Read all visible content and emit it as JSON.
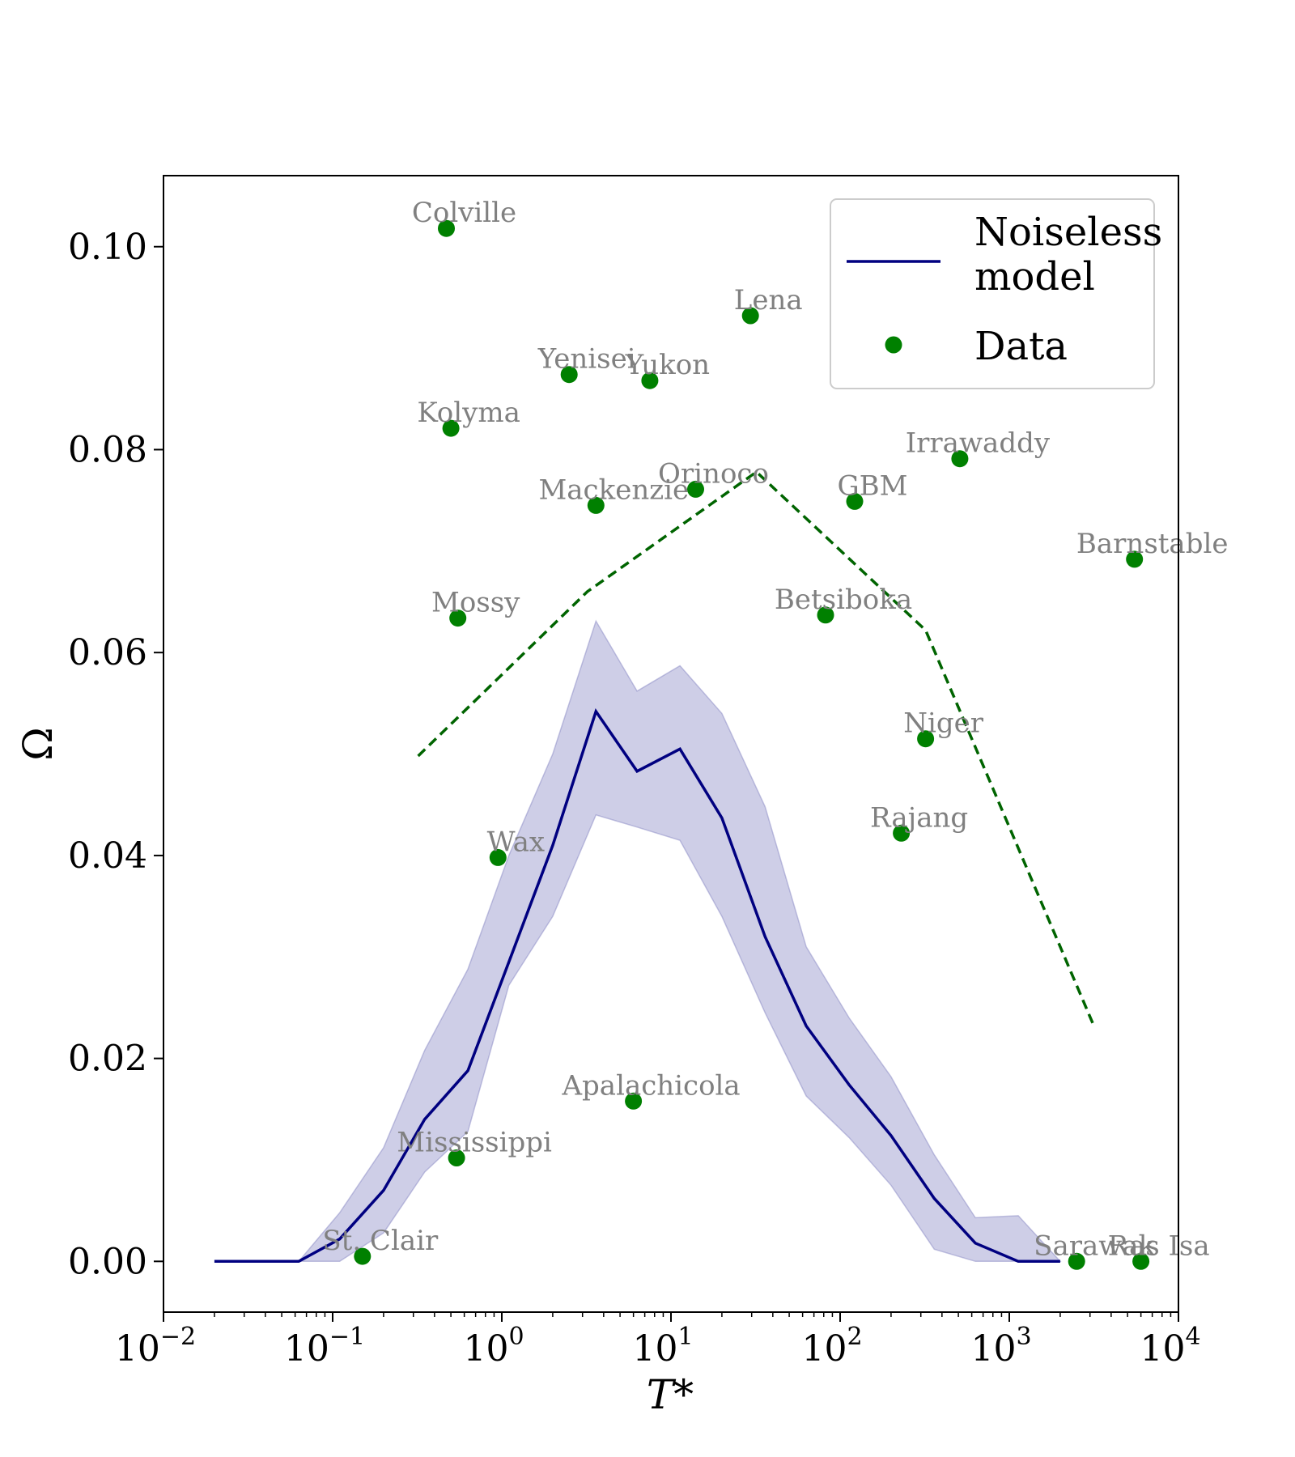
{
  "chart_data": {
    "type": "scatter",
    "xlabel": "T*",
    "ylabel": "Ω",
    "xscale": "log",
    "xlim": [
      0.01,
      10000
    ],
    "ylim": [
      -0.005,
      0.107
    ],
    "grid": false,
    "legend_position": "top-right",
    "x_ticks": [
      {
        "base": "10",
        "exp": "−2",
        "value": 0.01
      },
      {
        "base": "10",
        "exp": "−1",
        "value": 0.1
      },
      {
        "base": "10",
        "exp": "0",
        "value": 1
      },
      {
        "base": "10",
        "exp": "1",
        "value": 10
      },
      {
        "base": "10",
        "exp": "2",
        "value": 100
      },
      {
        "base": "10",
        "exp": "3",
        "value": 1000
      },
      {
        "base": "10",
        "exp": "4",
        "value": 10000
      }
    ],
    "y_ticks": [
      {
        "label": "0.00",
        "value": 0.0
      },
      {
        "label": "0.02",
        "value": 0.02
      },
      {
        "label": "0.04",
        "value": 0.04
      },
      {
        "label": "0.06",
        "value": 0.06
      },
      {
        "label": "0.08",
        "value": 0.08
      },
      {
        "label": "0.10",
        "value": 0.1
      }
    ],
    "legend": [
      {
        "label_lines": [
          "Noiseless",
          "model"
        ],
        "kind": "line",
        "color": "#000080"
      },
      {
        "label_lines": [
          "Data"
        ],
        "kind": "marker",
        "color": "#008000"
      }
    ],
    "model_line": {
      "name": "Noiseless model",
      "color": "#000080",
      "points": [
        [
          0.02,
          0.0
        ],
        [
          0.063,
          0.0
        ],
        [
          0.11,
          0.0022
        ],
        [
          0.2,
          0.007
        ],
        [
          0.35,
          0.014
        ],
        [
          0.63,
          0.0188
        ],
        [
          1.1,
          0.0295
        ],
        [
          2.0,
          0.041
        ],
        [
          3.6,
          0.0542
        ],
        [
          6.3,
          0.0483
        ],
        [
          11.3,
          0.0505
        ],
        [
          20,
          0.0437
        ],
        [
          36,
          0.032
        ],
        [
          63,
          0.0232
        ],
        [
          113,
          0.0174
        ],
        [
          200,
          0.0124
        ],
        [
          360,
          0.0062
        ],
        [
          630,
          0.0018
        ],
        [
          1130,
          0.0
        ],
        [
          2000,
          0.0
        ]
      ]
    },
    "model_band": {
      "color": "#7f7fbf",
      "upper": [
        [
          0.063,
          0.0
        ],
        [
          0.11,
          0.0048
        ],
        [
          0.2,
          0.0112
        ],
        [
          0.35,
          0.0208
        ],
        [
          0.63,
          0.0288
        ],
        [
          1.1,
          0.04
        ],
        [
          2.0,
          0.05
        ],
        [
          3.6,
          0.0631
        ],
        [
          6.3,
          0.0562
        ],
        [
          11.3,
          0.0587
        ],
        [
          20,
          0.054
        ],
        [
          36,
          0.0448
        ],
        [
          63,
          0.031
        ],
        [
          113,
          0.024
        ],
        [
          200,
          0.0182
        ],
        [
          360,
          0.0105
        ],
        [
          630,
          0.0043
        ],
        [
          1130,
          0.0045
        ],
        [
          2000,
          0.0
        ]
      ],
      "lower": [
        [
          0.063,
          0.0
        ],
        [
          0.11,
          0.0
        ],
        [
          0.2,
          0.0028
        ],
        [
          0.35,
          0.0088
        ],
        [
          0.63,
          0.0128
        ],
        [
          1.1,
          0.0272
        ],
        [
          2.0,
          0.034
        ],
        [
          3.6,
          0.044
        ],
        [
          6.3,
          0.0428
        ],
        [
          11.3,
          0.0415
        ],
        [
          20,
          0.034
        ],
        [
          36,
          0.0245
        ],
        [
          63,
          0.0163
        ],
        [
          113,
          0.0122
        ],
        [
          200,
          0.0075
        ],
        [
          360,
          0.0012
        ],
        [
          630,
          0.0
        ],
        [
          1130,
          0.0
        ],
        [
          2000,
          0.0
        ]
      ]
    },
    "envelope": {
      "color": "#006400",
      "style": "dashed",
      "points": [
        [
          0.32,
          0.0498
        ],
        [
          3.2,
          0.066
        ],
        [
          32,
          0.0778
        ],
        [
          320,
          0.0622
        ],
        [
          3200,
          0.023
        ]
      ]
    },
    "series": [
      {
        "name": "Data",
        "color": "#008000",
        "points": [
          {
            "label": "Colville",
            "x": 0.47,
            "y": 0.1018
          },
          {
            "label": "Lena",
            "x": 29.5,
            "y": 0.0932
          },
          {
            "label": "Yenisei",
            "x": 2.5,
            "y": 0.0874
          },
          {
            "label": "Yukon",
            "x": 7.5,
            "y": 0.0868
          },
          {
            "label": "Kolyma",
            "x": 0.5,
            "y": 0.0821
          },
          {
            "label": "Irrawaddy",
            "x": 510,
            "y": 0.0791
          },
          {
            "label": "Orinoco",
            "x": 14,
            "y": 0.0761
          },
          {
            "label": "Mackenzie",
            "x": 3.6,
            "y": 0.0745
          },
          {
            "label": "GBM",
            "x": 122,
            "y": 0.0749
          },
          {
            "label": "Barnstable",
            "x": 5500,
            "y": 0.0692
          },
          {
            "label": "Mossy",
            "x": 0.55,
            "y": 0.0634
          },
          {
            "label": "Betsiboka",
            "x": 82,
            "y": 0.0637
          },
          {
            "label": "Niger",
            "x": 320,
            "y": 0.0515
          },
          {
            "label": "Rajang",
            "x": 230,
            "y": 0.0422
          },
          {
            "label": "Wax",
            "x": 0.95,
            "y": 0.0398
          },
          {
            "label": "Apalachicola",
            "x": 6,
            "y": 0.0158
          },
          {
            "label": "Mississippi",
            "x": 0.54,
            "y": 0.0102
          },
          {
            "label": "St. Clair",
            "x": 0.15,
            "y": 0.0005
          },
          {
            "label": "Ras Isa",
            "x": 6000,
            "y": 0.0
          },
          {
            "label": "Sarawak",
            "x": 2500,
            "y": 0.0
          }
        ]
      }
    ]
  }
}
